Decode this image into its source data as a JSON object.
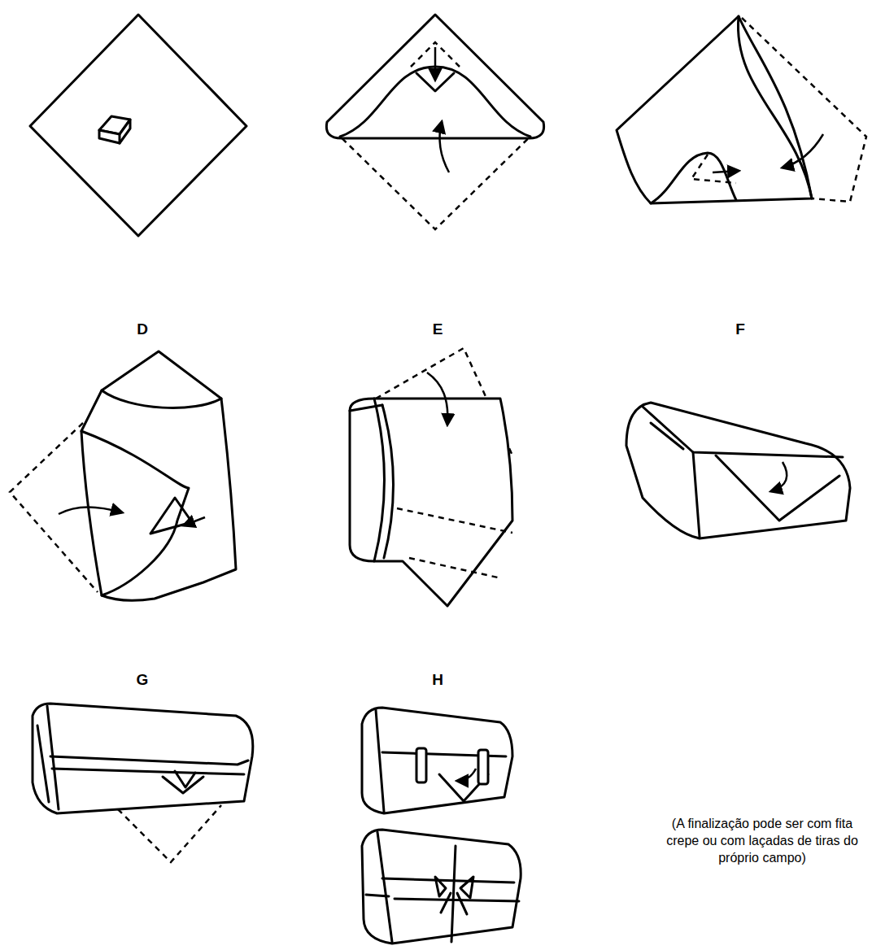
{
  "diagram": {
    "labels": [
      "D",
      "E",
      "F",
      "G",
      "H",
      "(A finalização pode ser com fita crepe ou com laçadas de tiras do próprio campo)"
    ]
  }
}
